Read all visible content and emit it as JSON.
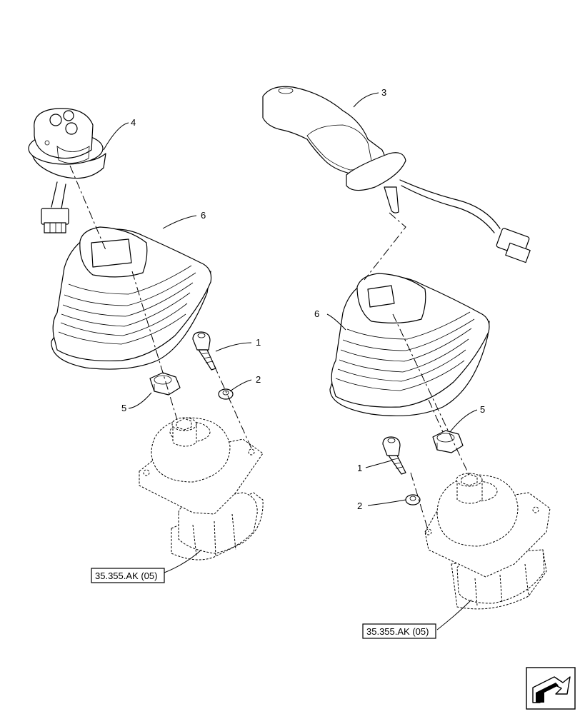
{
  "callouts": {
    "c1a": "1",
    "c2a": "2",
    "c3": "3",
    "c4": "4",
    "c5a": "5",
    "c6a": "6",
    "c1b": "1",
    "c2b": "2",
    "c5b": "5",
    "c6b": "6"
  },
  "references": {
    "left": "35.355.AK (05)",
    "right": "35.355.AK (05)"
  },
  "icons": {
    "corner": "next-page-arrow-icon"
  }
}
